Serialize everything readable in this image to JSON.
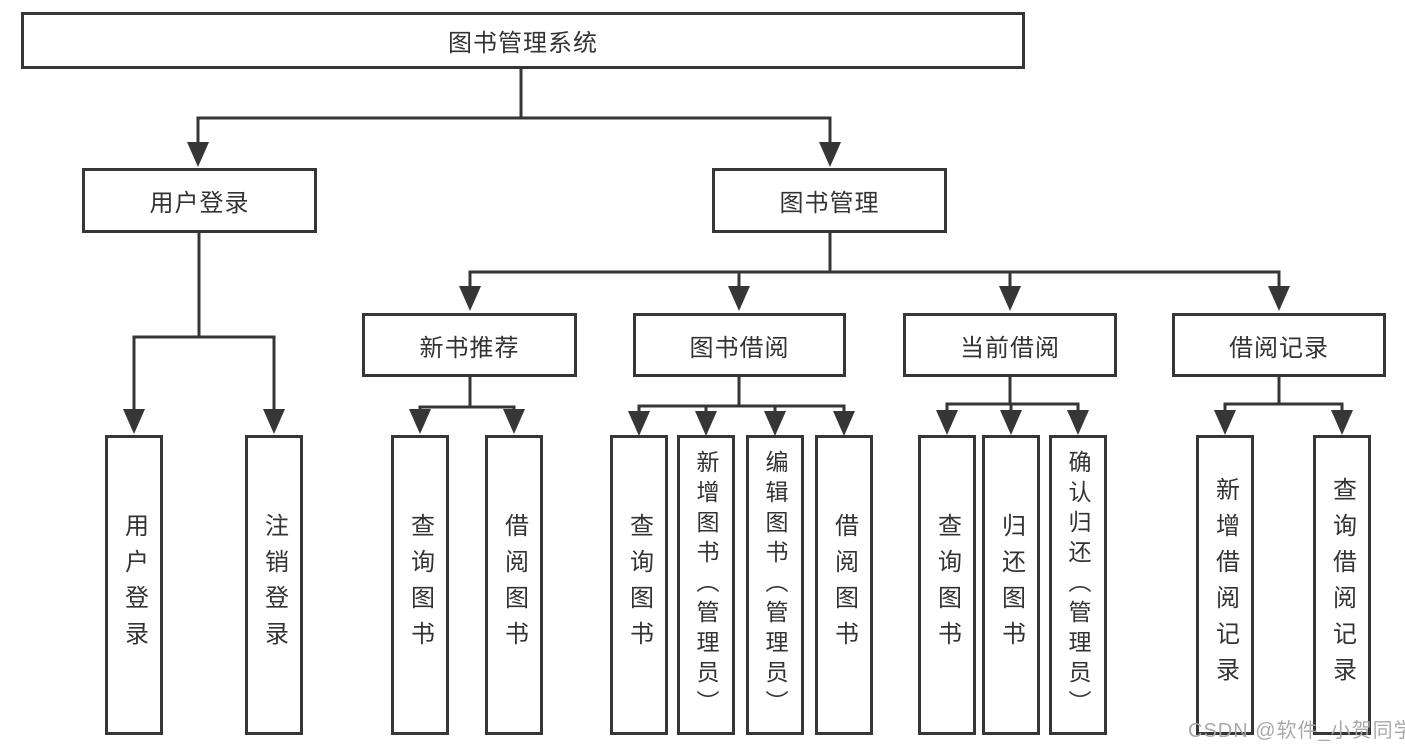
{
  "diagram": {
    "root": "图书管理系统",
    "level2": [
      {
        "label": "用户登录",
        "children": [
          "用户登录",
          "注销登录"
        ]
      },
      {
        "label": "图书管理"
      }
    ],
    "level3": [
      {
        "label": "新书推荐",
        "children": [
          "查询图书",
          "借阅图书"
        ]
      },
      {
        "label": "图书借阅",
        "children": [
          "查询图书",
          "新增图书（管理员）",
          "编辑图书（管理员）",
          "借阅图书"
        ]
      },
      {
        "label": "当前借阅",
        "children": [
          "查询图书",
          "归还图书",
          "确认归还（管理员）"
        ]
      },
      {
        "label": "借阅记录",
        "children": [
          "新增借阅记录",
          "查询借阅记录"
        ]
      }
    ]
  },
  "watermark": "CSDN @软件_小贺同学",
  "colors": {
    "line": "#363636",
    "border": "#363636",
    "text": "#333333",
    "background": "#ffffff",
    "watermark": "#a5a5a5"
  }
}
